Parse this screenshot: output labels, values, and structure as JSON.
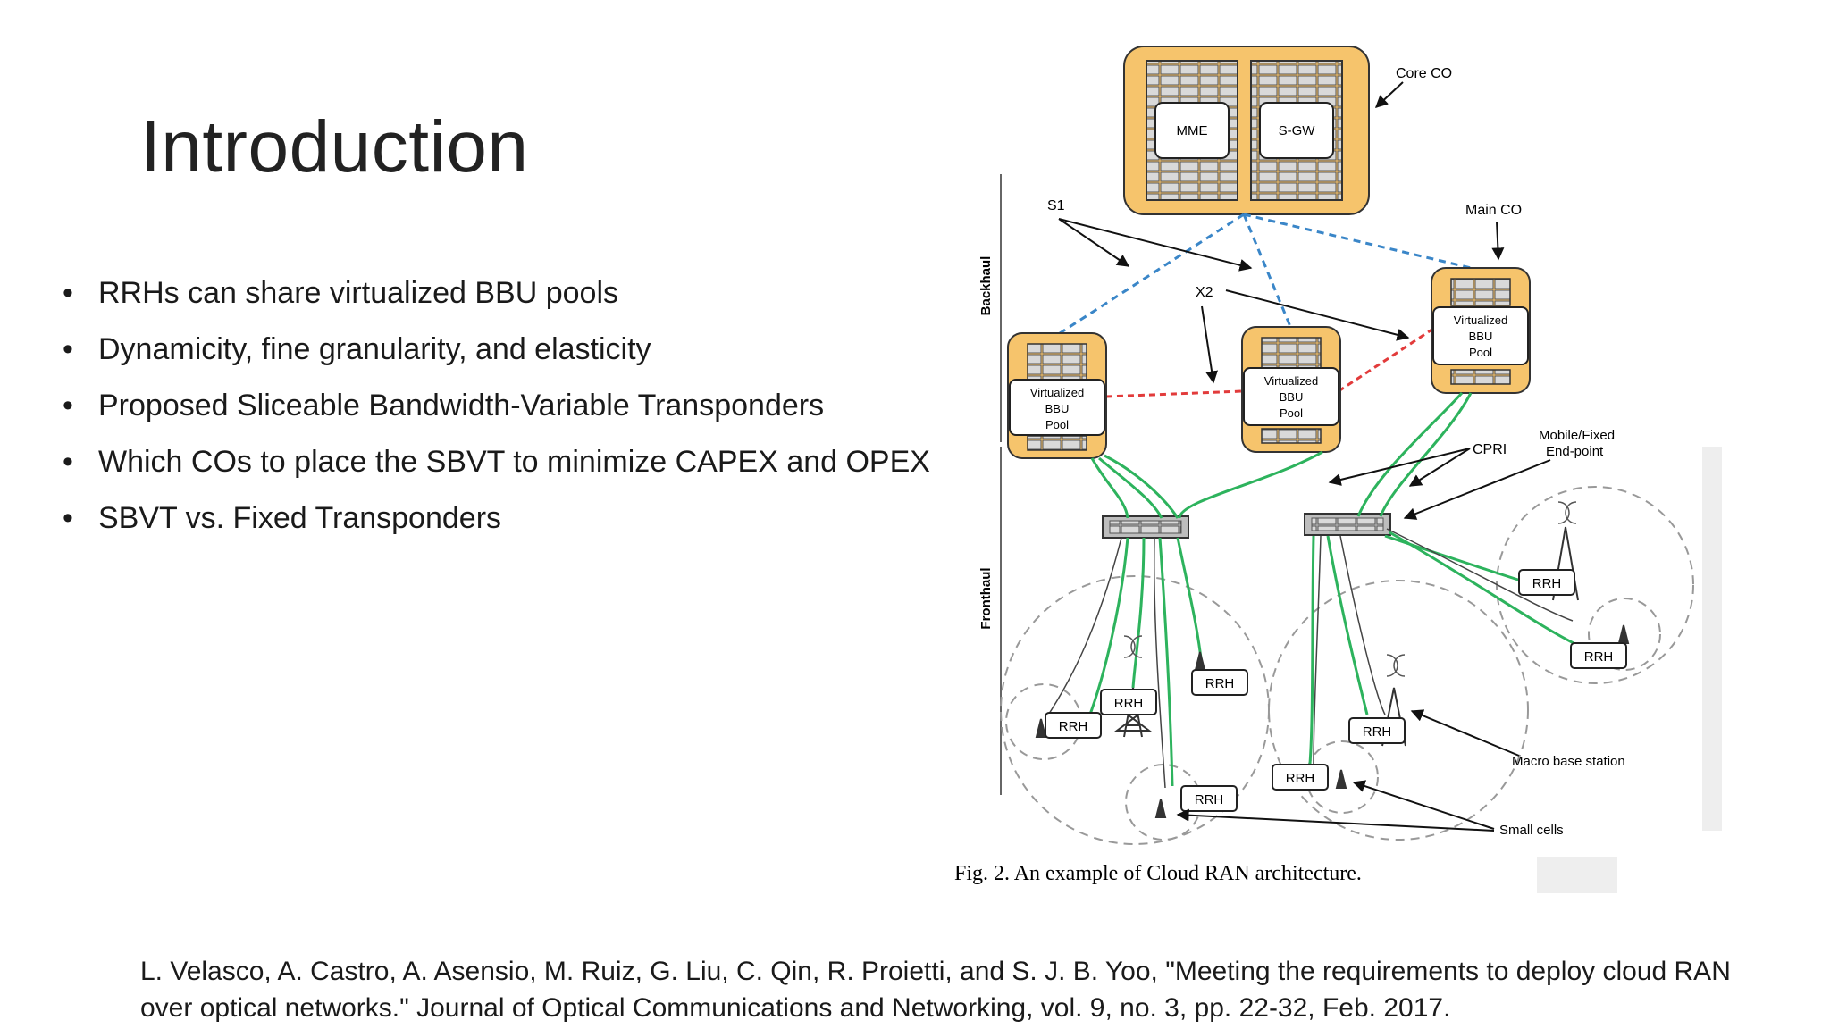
{
  "slide": {
    "title": "Introduction",
    "bullets": [
      "RRHs can share virtualized BBU pools",
      "Dynamicity, fine granularity, and elasticity",
      "Proposed Sliceable Bandwidth-Variable Transponders",
      "Which COs to place the SBVT to minimize CAPEX and OPEX",
      "SBVT vs. Fixed Transponders"
    ],
    "citation": "L. Velasco, A. Castro, A. Asensio, M. Ruiz, G. Liu, C. Qin, R. Proietti, and S. J. B. Yoo, \"Meeting the requirements to deploy cloud RAN over optical networks.\" Journal of Optical Communications and Networking, vol. 9, no. 3, pp. 22-32, Feb. 2017."
  },
  "figure": {
    "caption": "Fig. 2. An example of Cloud RAN architecture.",
    "labels": {
      "core_co": "Core CO",
      "mme": "MME",
      "sgw": "S-GW",
      "s1": "S1",
      "x2": "X2",
      "main_co": "Main CO",
      "backhaul": "Backhaul",
      "fronthaul": "Fronthaul",
      "cpri": "CPRI",
      "endpoint_line1": "Mobile/Fixed",
      "endpoint_line2": "End-point",
      "macro": "Macro base station",
      "small": "Small cells",
      "bbu_line1": "Virtualized",
      "bbu_line2": "BBU",
      "bbu_line3": "Pool",
      "rrh": "RRH"
    },
    "colors": {
      "co_fill": "#f6c46c",
      "backhaul_link": "#3a86c8",
      "x2_link": "#e23b3b",
      "fiber": "#2db35d"
    }
  }
}
